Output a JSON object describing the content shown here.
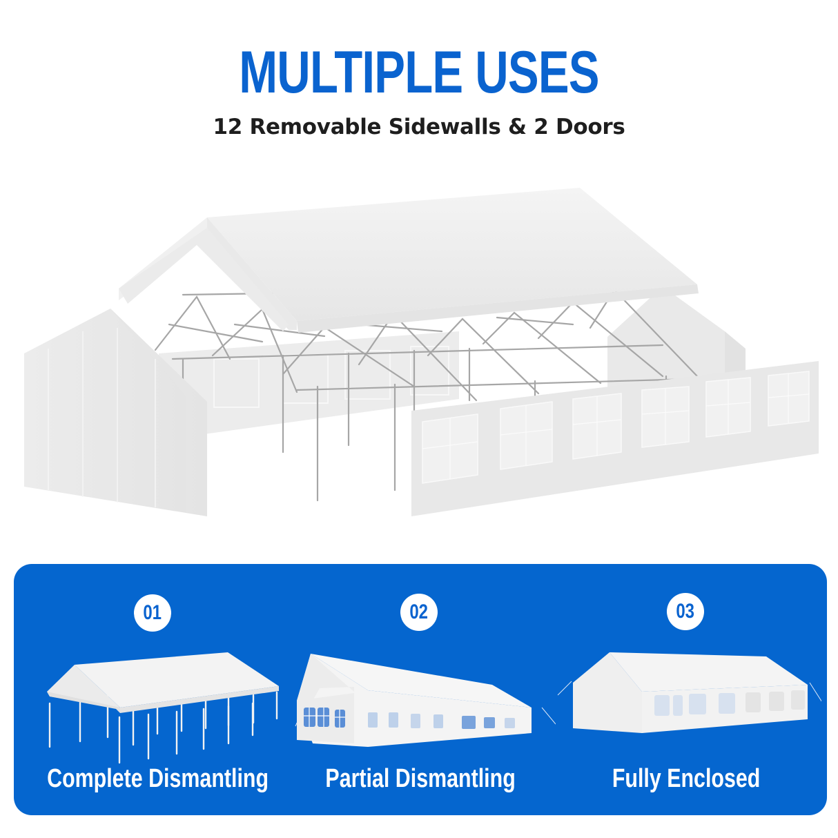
{
  "header": {
    "title": "MULTIPLE USES",
    "subtitle": "12 Removable Sidewalls & 2 Doors"
  },
  "hero": {
    "illustration": "exploded-party-tent-icon",
    "description": "Tent with roof canopy lifted, metal frame, end walls and window sidewalls separated"
  },
  "modes": [
    {
      "number": "01",
      "label": "Complete Dismantling",
      "illustration": "frame-tent-canopy-only-icon"
    },
    {
      "number": "02",
      "label": "Partial Dismantling",
      "illustration": "tent-with-open-end-icon"
    },
    {
      "number": "03",
      "label": "Fully Enclosed",
      "illustration": "tent-fully-enclosed-icon"
    }
  ],
  "colors": {
    "brand_blue": "#0a63cf",
    "panel_blue": "#0566cf",
    "subtitle_text": "#1e1e1e",
    "badge_bg": "#ffffff",
    "tent_fabric": "#eeeeee",
    "frame": "#9a9a9a"
  }
}
